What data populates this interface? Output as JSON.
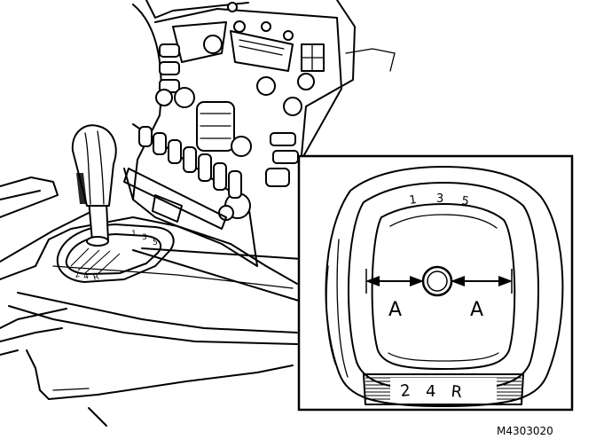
{
  "figure_code": "M4303020",
  "inset": {
    "dimension_label": "A",
    "gear_marks_top": [
      "1",
      "3",
      "5"
    ],
    "gear_marks_bottom": [
      "2",
      "4",
      "R"
    ]
  },
  "knob_marks": [
    "1",
    "3",
    "5"
  ],
  "knob_marks_bottom": [
    "2",
    "4",
    "R"
  ]
}
